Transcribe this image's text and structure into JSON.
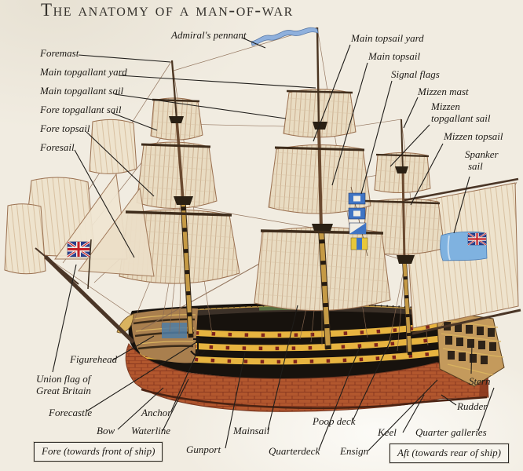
{
  "page": {
    "title": "The anatomy of a man-of-war",
    "background_color": "#f1ece1",
    "text_color": "#1e1b17"
  },
  "labels": {
    "admirals_pennant": "Admiral's pennant",
    "foremast": "Foremast",
    "main_topgallant_yard": "Main topgallant yard",
    "main_topgallant_sail": "Main topgallant sail",
    "fore_topgallant_sail": "Fore topgallant sail",
    "fore_topsail": "Fore topsail",
    "foresail": "Foresail",
    "main_topsail_yard": "Main topsail yard",
    "main_topsail": "Main topsail",
    "signal_flags": "Signal flags",
    "mizzen_mast": "Mizzen mast",
    "mizzen_topgallant_sail_line1": "Mizzen",
    "mizzen_topgallant_sail_line2": "topgallant sail",
    "mizzen_topsail": "Mizzen topsail",
    "spanker_sail_line1": "Spanker",
    "spanker_sail_line2": "sail",
    "figurehead": "Figurehead",
    "union_flag_line1": "Union flag of",
    "union_flag_line2": "Great Britain",
    "forecastle": "Forecastle",
    "bow": "Bow",
    "anchor": "Anchor",
    "waterline": "Waterline",
    "gunport": "Gunport",
    "mainsail": "Mainsail",
    "quarterdeck": "Quarterdeck",
    "poop_deck": "Poop deck",
    "ensign": "Ensign",
    "keel": "Keel",
    "quarter_galleries": "Quarter galleries",
    "stern": "Stern",
    "rudder": "Rudder"
  },
  "direction_boxes": {
    "fore": "Fore (towards front of ship)",
    "aft": "Aft (towards rear of ship)"
  },
  "illustration_colors": {
    "sail": "#e9dcc2",
    "sail_hatch": "#c9ab8c",
    "hull_black": "#17120d",
    "hull_band_yellow": "#e7b440",
    "gunport_red": "#7e231c",
    "copper_bottom": "#b2572e",
    "copper_mortar": "#8a3a20",
    "mast_yellow": "#c59a45",
    "spar_brown": "#4a3526",
    "ensign_blue": "#7fb2e0",
    "union_jack_blue": "#2a3f8e",
    "union_jack_red": "#c42128",
    "pennant_blue": "#8fb0dc",
    "signal_flag_blue": "#3f74c4",
    "signal_flag_yellow": "#e8c83a",
    "stern_gallery_tan": "#c49a5c"
  }
}
